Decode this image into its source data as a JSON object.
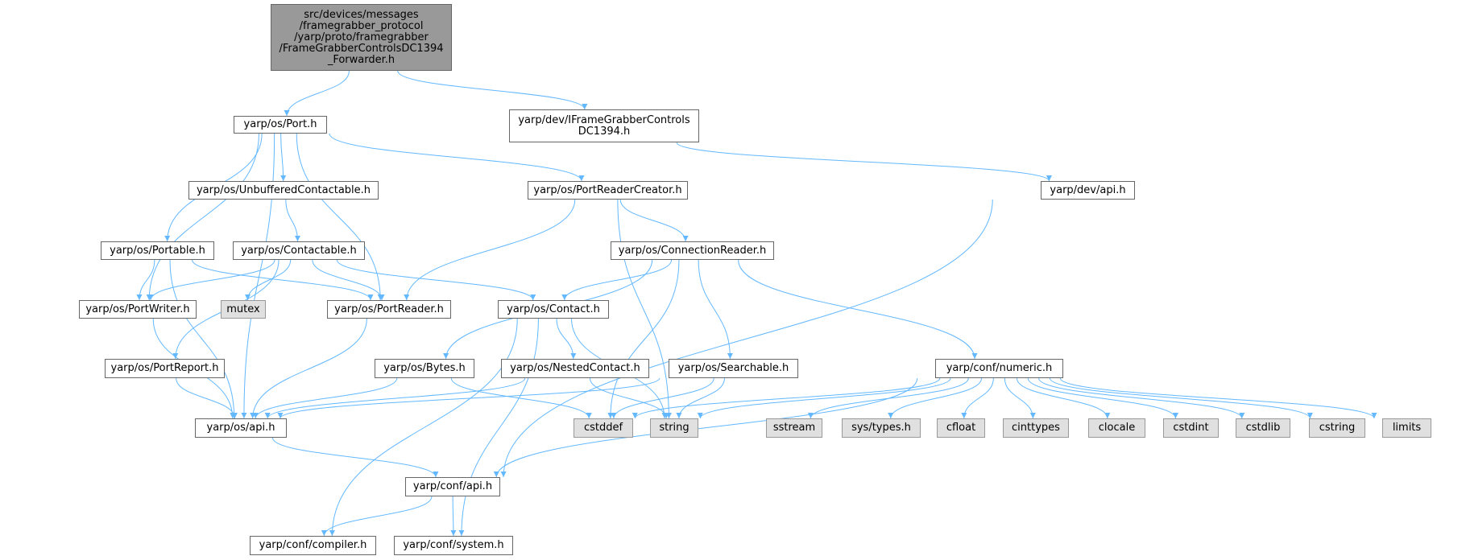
{
  "colors": {
    "edge": "#63b8ff",
    "root_fill": "#999999",
    "system_fill": "#e0e0e0",
    "node_border": "#666666",
    "system_border": "#999999"
  },
  "nodes": {
    "root": "src/devices/messages\n/framegrabber_protocol\n/yarp/proto/framegrabber\n/FrameGrabberControlsDC1394\n_Forwarder.h",
    "port": "yarp/os/Port.h",
    "iframe": "yarp/dev/IFrameGrabberControls\nDC1394.h",
    "unbuffered": "yarp/os/UnbufferedContactable.h",
    "readercreator": "yarp/os/PortReaderCreator.h",
    "devapi": "yarp/dev/api.h",
    "portable": "yarp/os/Portable.h",
    "contactable": "yarp/os/Contactable.h",
    "connreader": "yarp/os/ConnectionReader.h",
    "portwriter": "yarp/os/PortWriter.h",
    "mutex": "mutex",
    "portreader": "yarp/os/PortReader.h",
    "contact": "yarp/os/Contact.h",
    "portreport": "yarp/os/PortReport.h",
    "bytes": "yarp/os/Bytes.h",
    "nested": "yarp/os/NestedContact.h",
    "searchable": "yarp/os/Searchable.h",
    "numeric": "yarp/conf/numeric.h",
    "osapi": "yarp/os/api.h",
    "cstddef": "cstddef",
    "string": "string",
    "sstream": "sstream",
    "systypes": "sys/types.h",
    "cfloat": "cfloat",
    "cinttypes": "cinttypes",
    "clocale": "clocale",
    "cstdint": "cstdint",
    "cstdlib": "cstdlib",
    "cstring": "cstring",
    "limits": "limits",
    "confapi": "yarp/conf/api.h",
    "compiler": "yarp/conf/compiler.h",
    "system": "yarp/conf/system.h"
  },
  "edges": [
    [
      "root",
      "port"
    ],
    [
      "root",
      "iframe"
    ],
    [
      "port",
      "unbuffered"
    ],
    [
      "port",
      "readercreator"
    ],
    [
      "port",
      "portable"
    ],
    [
      "port",
      "portwriter"
    ],
    [
      "port",
      "portreader"
    ],
    [
      "port",
      "osapi"
    ],
    [
      "iframe",
      "devapi"
    ],
    [
      "unbuffered",
      "contactable"
    ],
    [
      "readercreator",
      "connreader"
    ],
    [
      "readercreator",
      "portreader"
    ],
    [
      "readercreator",
      "string"
    ],
    [
      "devapi",
      "confapi"
    ],
    [
      "portable",
      "portwriter"
    ],
    [
      "portable",
      "portreader"
    ],
    [
      "portable",
      "osapi"
    ],
    [
      "contactable",
      "portwriter"
    ],
    [
      "contactable",
      "mutex"
    ],
    [
      "contactable",
      "portreader"
    ],
    [
      "contactable",
      "contact"
    ],
    [
      "contactable",
      "portreport"
    ],
    [
      "connreader",
      "contact"
    ],
    [
      "connreader",
      "bytes"
    ],
    [
      "connreader",
      "searchable"
    ],
    [
      "connreader",
      "numeric"
    ],
    [
      "connreader",
      "cstddef"
    ],
    [
      "portwriter",
      "osapi"
    ],
    [
      "portreader",
      "osapi"
    ],
    [
      "contact",
      "nested"
    ],
    [
      "contact",
      "string"
    ],
    [
      "contact",
      "compiler"
    ],
    [
      "contact",
      "system"
    ],
    [
      "portreport",
      "osapi"
    ],
    [
      "bytes",
      "osapi"
    ],
    [
      "bytes",
      "cstddef"
    ],
    [
      "nested",
      "osapi"
    ],
    [
      "nested",
      "string"
    ],
    [
      "searchable",
      "osapi"
    ],
    [
      "searchable",
      "cstddef"
    ],
    [
      "searchable",
      "string"
    ],
    [
      "numeric",
      "confapi"
    ],
    [
      "numeric",
      "cstddef"
    ],
    [
      "numeric",
      "string"
    ],
    [
      "numeric",
      "sstream"
    ],
    [
      "numeric",
      "systypes"
    ],
    [
      "numeric",
      "cfloat"
    ],
    [
      "numeric",
      "cinttypes"
    ],
    [
      "numeric",
      "clocale"
    ],
    [
      "numeric",
      "cstdint"
    ],
    [
      "numeric",
      "cstdlib"
    ],
    [
      "numeric",
      "cstring"
    ],
    [
      "numeric",
      "limits"
    ],
    [
      "osapi",
      "confapi"
    ],
    [
      "confapi",
      "compiler"
    ],
    [
      "confapi",
      "system"
    ]
  ]
}
